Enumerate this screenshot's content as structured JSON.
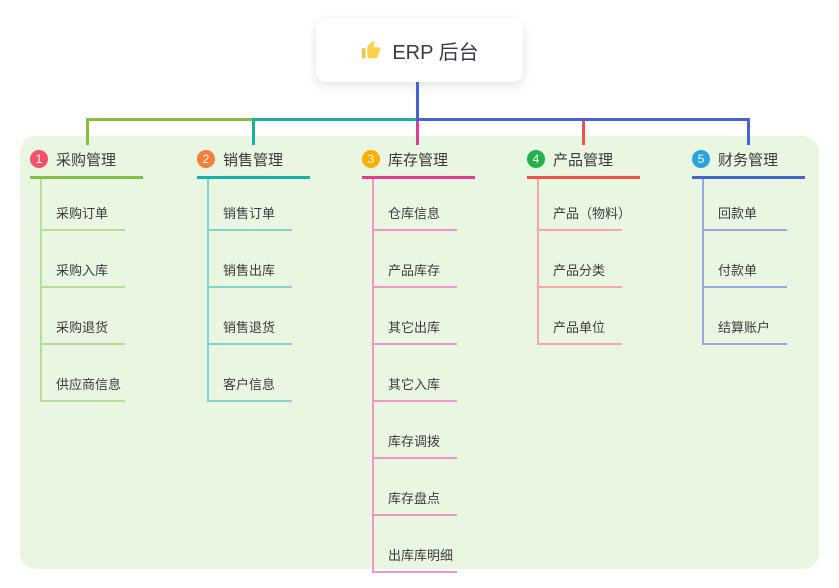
{
  "root": {
    "label": "ERP 后台",
    "icon": "thumbs-up-icon"
  },
  "canvas": {
    "background_color": "#e9f6e1",
    "root_connector_color": "#4663d2"
  },
  "branches": [
    {
      "number": "1",
      "title": "采购管理",
      "colors": {
        "badge": "#f4516c",
        "main": "#84c03e",
        "child": "#b9dd97"
      },
      "children": [
        "采购订单",
        "采购入库",
        "采购退货",
        "供应商信息"
      ]
    },
    {
      "number": "2",
      "title": "销售管理",
      "colors": {
        "badge": "#f57f38",
        "main": "#14b3a5",
        "child": "#82d6c9"
      },
      "children": [
        "销售订单",
        "销售出库",
        "销售退货",
        "客户信息"
      ]
    },
    {
      "number": "3",
      "title": "库存管理",
      "colors": {
        "badge": "#fcaf03",
        "main": "#e13b94",
        "child": "#f194c6"
      },
      "children": [
        "仓库信息",
        "产品库存",
        "其它出库",
        "其它入库",
        "库存调拨",
        "库存盘点",
        "出库库明细"
      ]
    },
    {
      "number": "4",
      "title": "产品管理",
      "colors": {
        "badge": "#23b14d",
        "main": "#f2504b",
        "child": "#f8a7a2"
      },
      "children": [
        "产品（物料）",
        "产品分类",
        "产品单位"
      ]
    },
    {
      "number": "5",
      "title": "财务管理",
      "colors": {
        "badge": "#27a3de",
        "main": "#4663d2",
        "child": "#97a9e5"
      },
      "children": [
        "回款单",
        "付款单",
        "结算账户"
      ]
    }
  ]
}
